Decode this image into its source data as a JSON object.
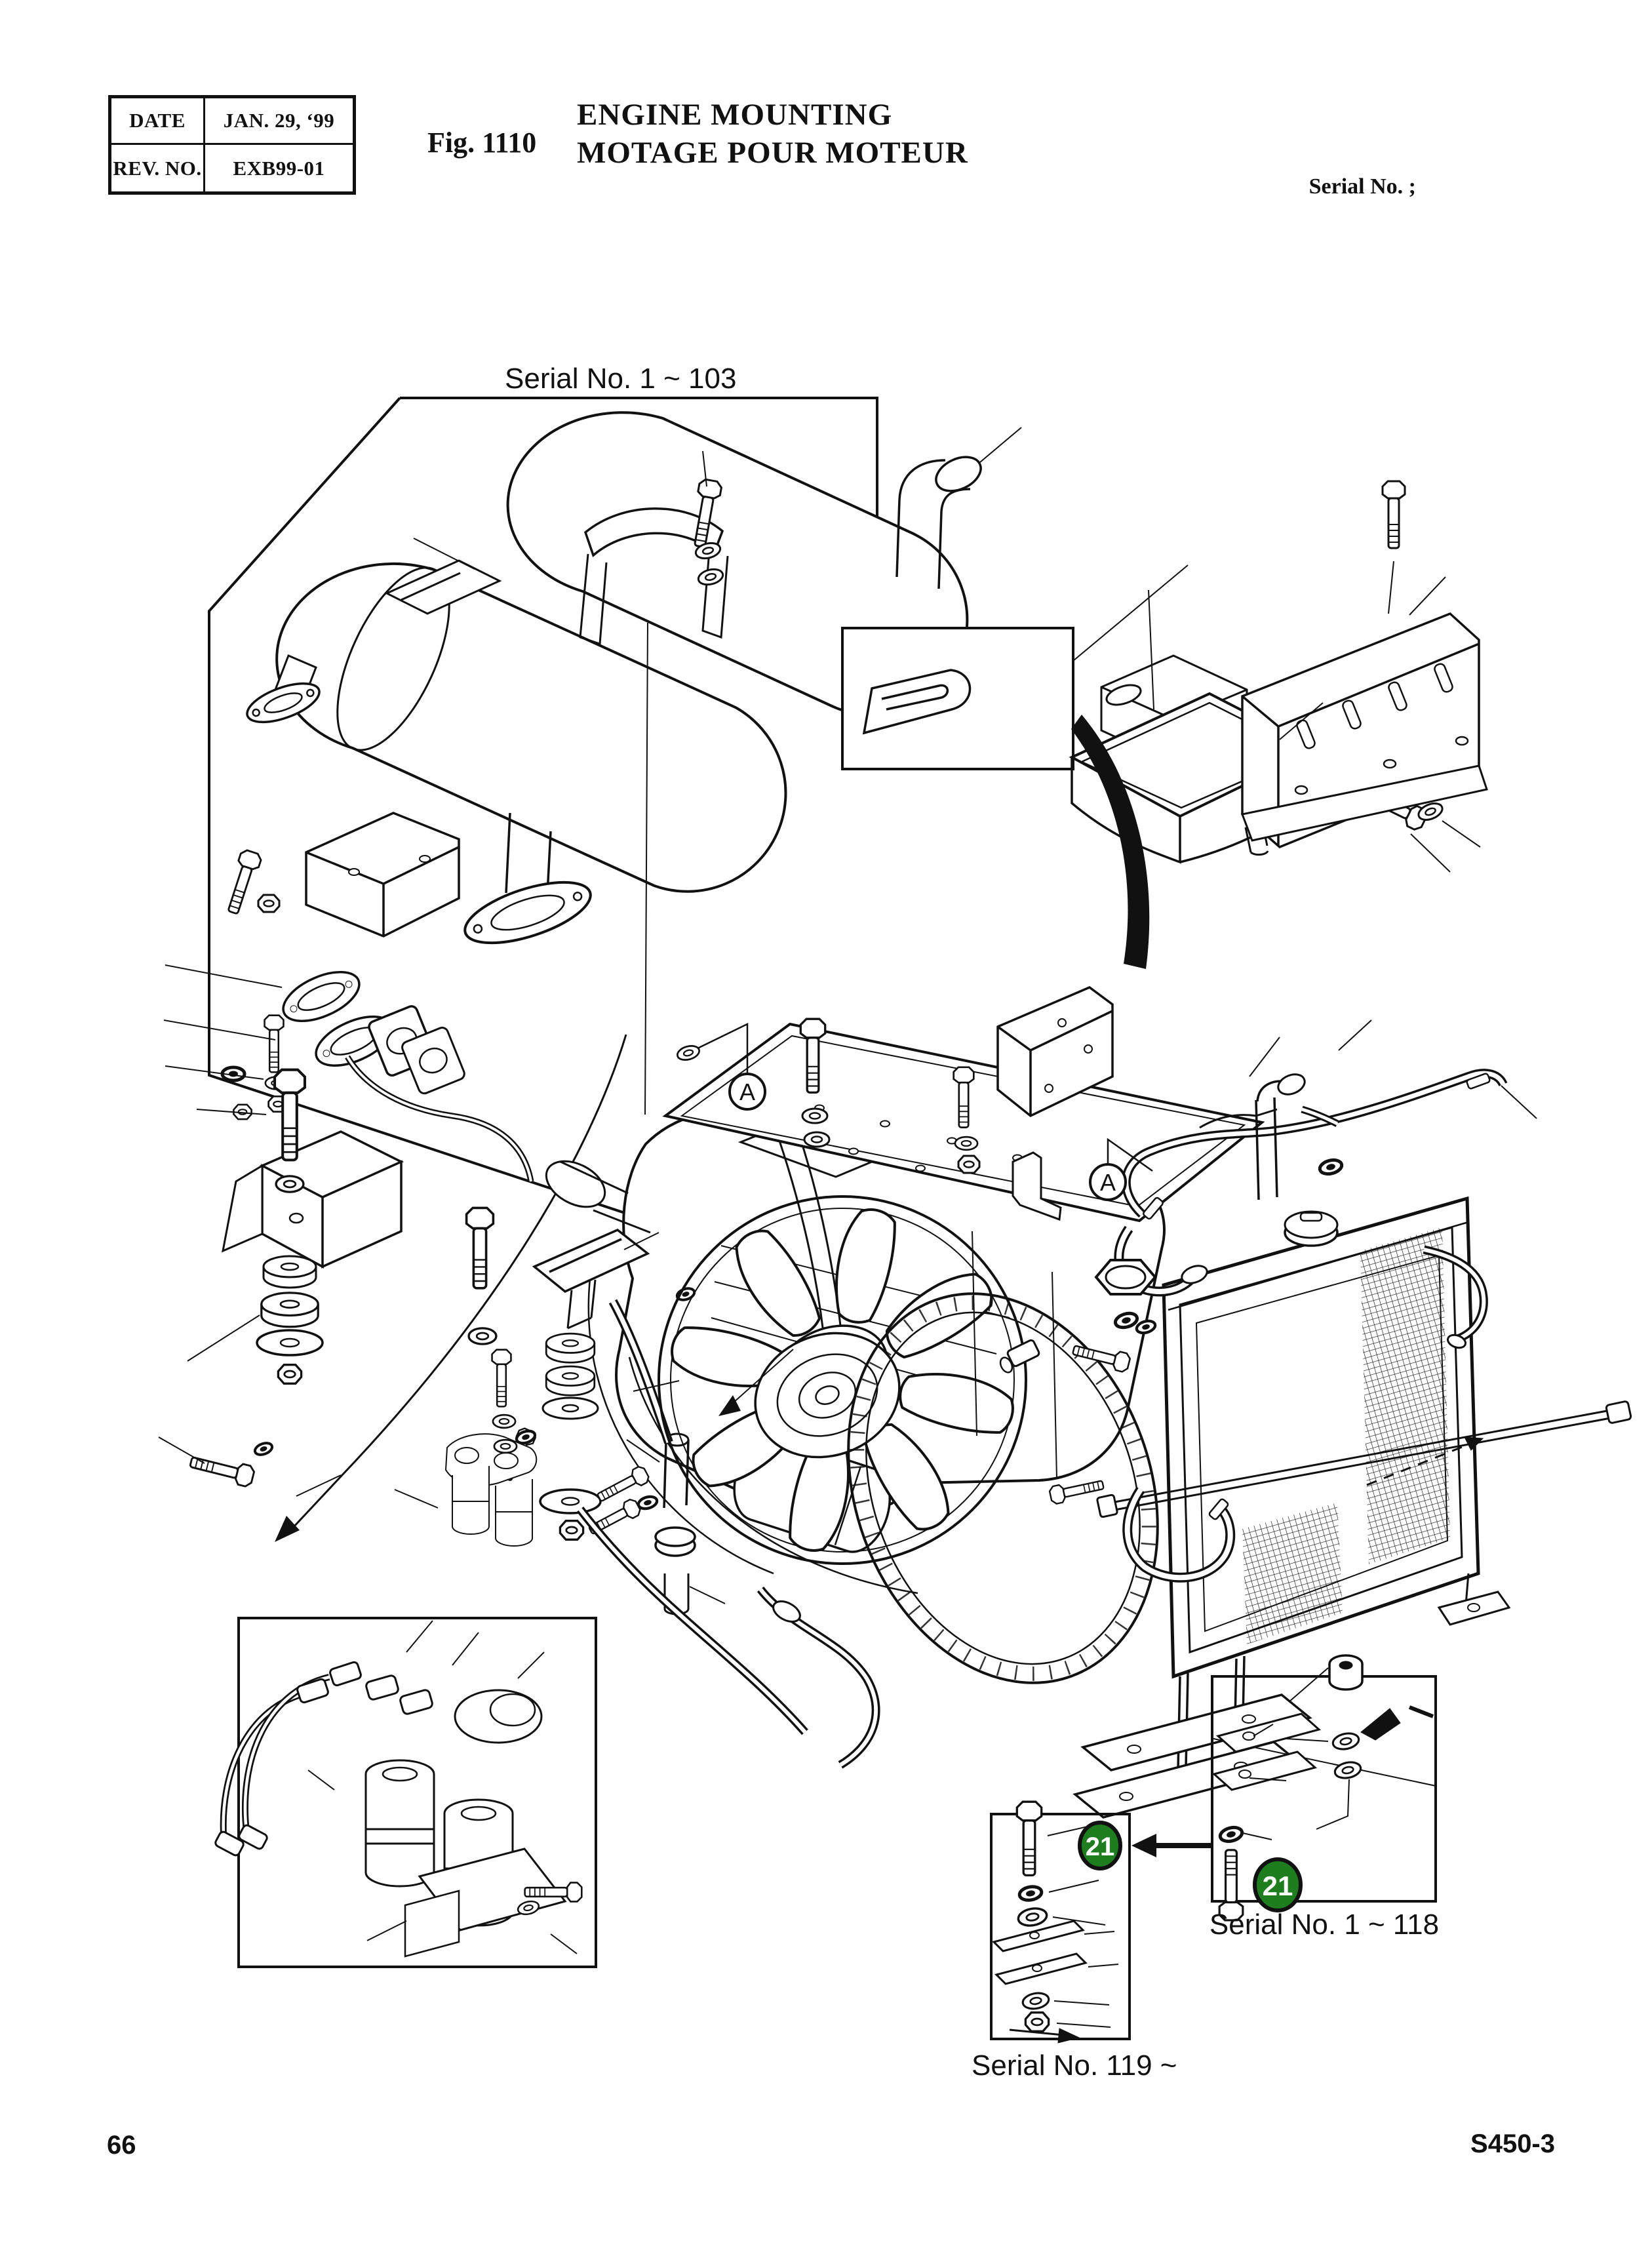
{
  "page": {
    "bg": "#ffffff",
    "ink": "#111111"
  },
  "header": {
    "table": {
      "date_label": "DATE",
      "date_value": "JAN. 29, ‘99",
      "rev_label": "REV. NO.",
      "rev_value": "EXB99-01"
    },
    "fig_label": "Fig. 1110",
    "title_line1": "ENGINE MOUNTING",
    "title_line2": "MOTAGE POUR MOTEUR",
    "serial_note": "Serial No. ;"
  },
  "diagram": {
    "labels": {
      "serial_103": "Serial No. 1 ~ 103",
      "serial_118": "Serial No. 1 ~ 118",
      "serial_119": "Serial No. 119 ~"
    },
    "callouts": {
      "detail_a": "A",
      "part_21": "21"
    },
    "colors": {
      "badge_green": "#1e7d1e",
      "badge_text": "#ffffff",
      "ink": "#111111"
    }
  },
  "footer": {
    "page_number": "66",
    "doc_code": "S450-3"
  }
}
